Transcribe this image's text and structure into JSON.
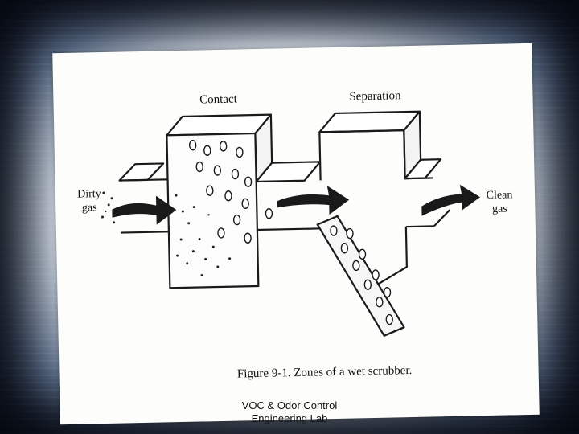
{
  "diagram": {
    "zone_contact": "Contact",
    "zone_separation": "Separation",
    "inlet_line1": "Dirty",
    "inlet_line2": "gas",
    "outlet_line1": "Clean",
    "outlet_line2": "gas",
    "caption": "Figure 9-1. Zones of a wet scrubber."
  },
  "footer": {
    "line1": "VOC & Odor Control",
    "line2": "Engineering Lab"
  }
}
